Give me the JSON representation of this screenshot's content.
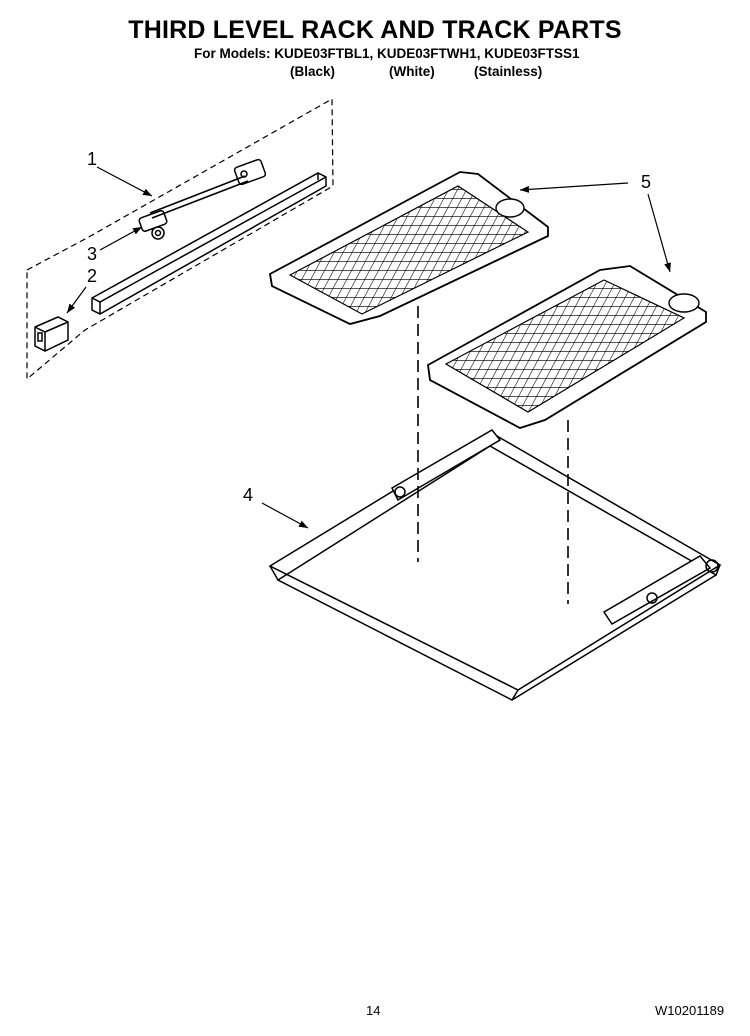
{
  "header": {
    "title": "THIRD LEVEL RACK AND TRACK PARTS",
    "models_line": "For Models: KUDE03FTBL1, KUDE03FTWH1, KUDE03FTSS1",
    "colors": [
      "(Black)",
      "(White)",
      "(Stainless)"
    ]
  },
  "callouts": [
    "1",
    "3",
    "2",
    "5",
    "4"
  ],
  "footer": {
    "page_number": "14",
    "document_code": "W10201189"
  }
}
